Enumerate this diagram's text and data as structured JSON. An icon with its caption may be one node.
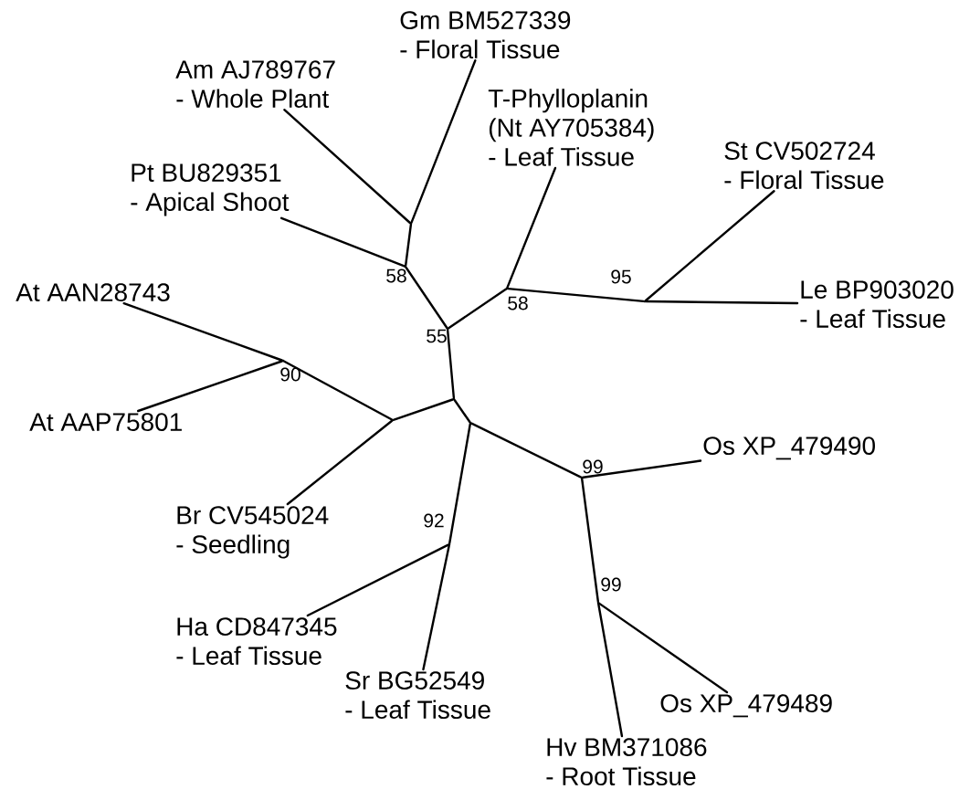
{
  "diagram": {
    "nodes": [
      {
        "text": [
          "Gm BM527339",
          "- Floral Tissue"
        ]
      },
      {
        "text": [
          "Am AJ789767",
          "- Whole Plant"
        ]
      },
      {
        "text": [
          "T-Phylloplanin",
          "(Nt AY705384)",
          "- Leaf Tissue"
        ]
      },
      {
        "text": [
          "St CV502724",
          "- Floral Tissue"
        ]
      },
      {
        "text": [
          "Pt BU829351",
          "- Apical Shoot"
        ]
      },
      {
        "text": [
          "At AAN28743"
        ]
      },
      {
        "text": [
          "Le BP903020",
          "- Leaf Tissue"
        ]
      },
      {
        "text": [
          "At AAP75801"
        ]
      },
      {
        "text": [
          "Os XP_479490"
        ]
      },
      {
        "text": [
          "Br CV545024",
          "- Seedling"
        ]
      },
      {
        "text": [
          "Ha CD847345",
          "- Leaf Tissue"
        ]
      },
      {
        "text": [
          "Sr BG52549",
          "- Leaf Tissue"
        ]
      },
      {
        "text": [
          "Os XP_479489"
        ]
      },
      {
        "text": [
          "Hv BM371086",
          "- Root Tissue"
        ]
      },
      {
        "text": [],
        "shape": "point"
      },
      {
        "text": [],
        "shape": "point",
        "beside": [
          "58"
        ]
      },
      {
        "text": [],
        "shape": "point",
        "beside": [
          "58"
        ]
      },
      {
        "text": [],
        "shape": "point",
        "beside": [
          "95"
        ]
      },
      {
        "text": [],
        "shape": "point",
        "beside": [
          "55"
        ]
      },
      {
        "text": [],
        "shape": "point",
        "beside": [
          "90"
        ]
      },
      {
        "text": [],
        "shape": "point"
      },
      {
        "text": [],
        "shape": "point"
      },
      {
        "text": [],
        "shape": "point"
      },
      {
        "text": [],
        "shape": "point",
        "beside": [
          "99"
        ]
      },
      {
        "text": [],
        "shape": "point",
        "beside": [
          "92"
        ]
      },
      {
        "text": [],
        "shape": "point",
        "beside": [
          "99"
        ]
      }
    ],
    "edges": [
      {
        "from": 14,
        "to": 0,
        "arrow": "none"
      },
      {
        "from": 14,
        "to": 1,
        "arrow": "none"
      },
      {
        "from": 15,
        "to": 14,
        "arrow": "none"
      },
      {
        "from": 15,
        "to": 4,
        "arrow": "none"
      },
      {
        "from": 18,
        "to": 15,
        "arrow": "none"
      },
      {
        "from": 18,
        "to": 16,
        "arrow": "none"
      },
      {
        "from": 16,
        "to": 2,
        "arrow": "none"
      },
      {
        "from": 16,
        "to": 17,
        "arrow": "none"
      },
      {
        "from": 17,
        "to": 3,
        "arrow": "none"
      },
      {
        "from": 17,
        "to": 6,
        "arrow": "none"
      },
      {
        "from": 20,
        "to": 18,
        "arrow": "none"
      },
      {
        "from": 20,
        "to": 21,
        "arrow": "none"
      },
      {
        "from": 21,
        "to": 19,
        "arrow": "none"
      },
      {
        "from": 19,
        "to": 5,
        "arrow": "none"
      },
      {
        "from": 19,
        "to": 7,
        "arrow": "none"
      },
      {
        "from": 21,
        "to": 9,
        "arrow": "none"
      },
      {
        "from": 20,
        "to": 22,
        "arrow": "none"
      },
      {
        "from": 22,
        "to": 24,
        "arrow": "none"
      },
      {
        "from": 24,
        "to": 11,
        "arrow": "none"
      },
      {
        "from": 24,
        "to": 10,
        "arrow": "none"
      },
      {
        "from": 22,
        "to": 23,
        "arrow": "none"
      },
      {
        "from": 23,
        "to": 8,
        "arrow": "none"
      },
      {
        "from": 23,
        "to": 25,
        "arrow": "none"
      },
      {
        "from": 25,
        "to": 12,
        "arrow": "none"
      },
      {
        "from": 25,
        "to": 13,
        "arrow": "none"
      }
    ]
  }
}
